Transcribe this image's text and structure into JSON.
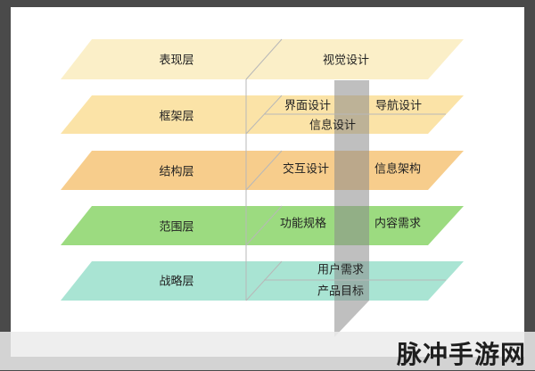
{
  "layers": [
    {
      "name": "表现层",
      "color": "#fbefc8",
      "items_top": [
        "视觉设计"
      ]
    },
    {
      "name": "框架层",
      "color": "#fbe3a7",
      "items": [
        "界面设计",
        "导航设计",
        "信息设计"
      ]
    },
    {
      "name": "结构层",
      "color": "#f7cd8c",
      "items": [
        "交互设计",
        "信息架构"
      ]
    },
    {
      "name": "范围层",
      "color": "#9cdb80",
      "items": [
        "功能规格",
        "内容需求"
      ]
    },
    {
      "name": "战略层",
      "color": "#a9e4d3",
      "items": [
        "用户需求",
        "产品目标"
      ]
    }
  ],
  "watermark": "脉冲手游网"
}
